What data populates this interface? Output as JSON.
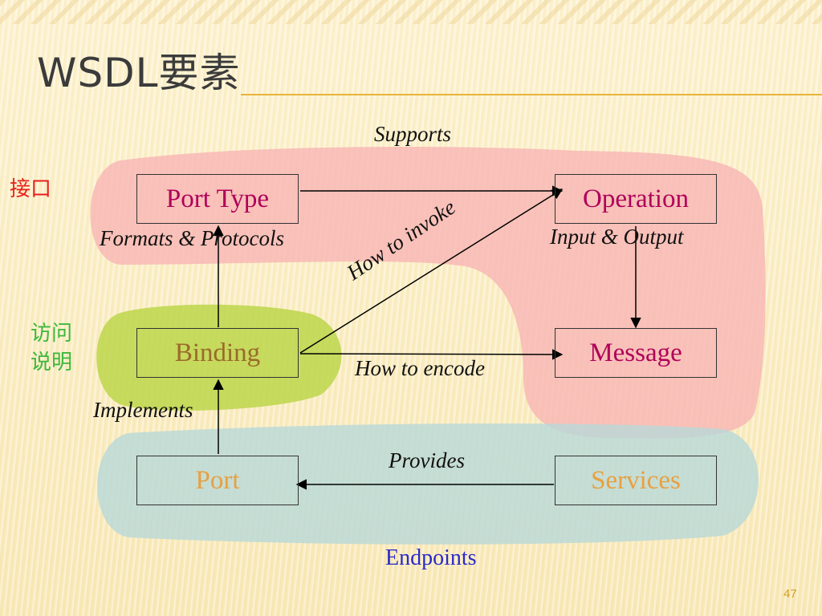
{
  "slide": {
    "title": "WSDL要素",
    "page_number": "47"
  },
  "groups": {
    "interface": {
      "label": "接口",
      "color": "#e8201c",
      "fill": "#f7b3b3"
    },
    "access": {
      "label_line1": "访问",
      "label_line2": "说明",
      "color": "#3cb83c",
      "fill": "#bcd64a"
    },
    "endpoints": {
      "label": "Endpoints",
      "color": "#2a2ac8",
      "fill": "#b8d8d8"
    }
  },
  "nodes": {
    "port_type": {
      "label": "Port Type",
      "color": "#b0005a"
    },
    "operation": {
      "label": "Operation",
      "color": "#b0005a"
    },
    "binding": {
      "label": "Binding",
      "color": "#9a6a2a"
    },
    "message": {
      "label": "Message",
      "color": "#b0005a"
    },
    "port": {
      "label": "Port",
      "color": "#e8a040"
    },
    "services": {
      "label": "Services",
      "color": "#e8a040"
    }
  },
  "edges": {
    "supports": "Supports",
    "formats_protocols": "Formats & Protocols",
    "how_to_invoke": "How to invoke",
    "input_output": "Input & Output",
    "how_to_encode": "How to encode",
    "implements": "Implements",
    "provides": "Provides"
  }
}
